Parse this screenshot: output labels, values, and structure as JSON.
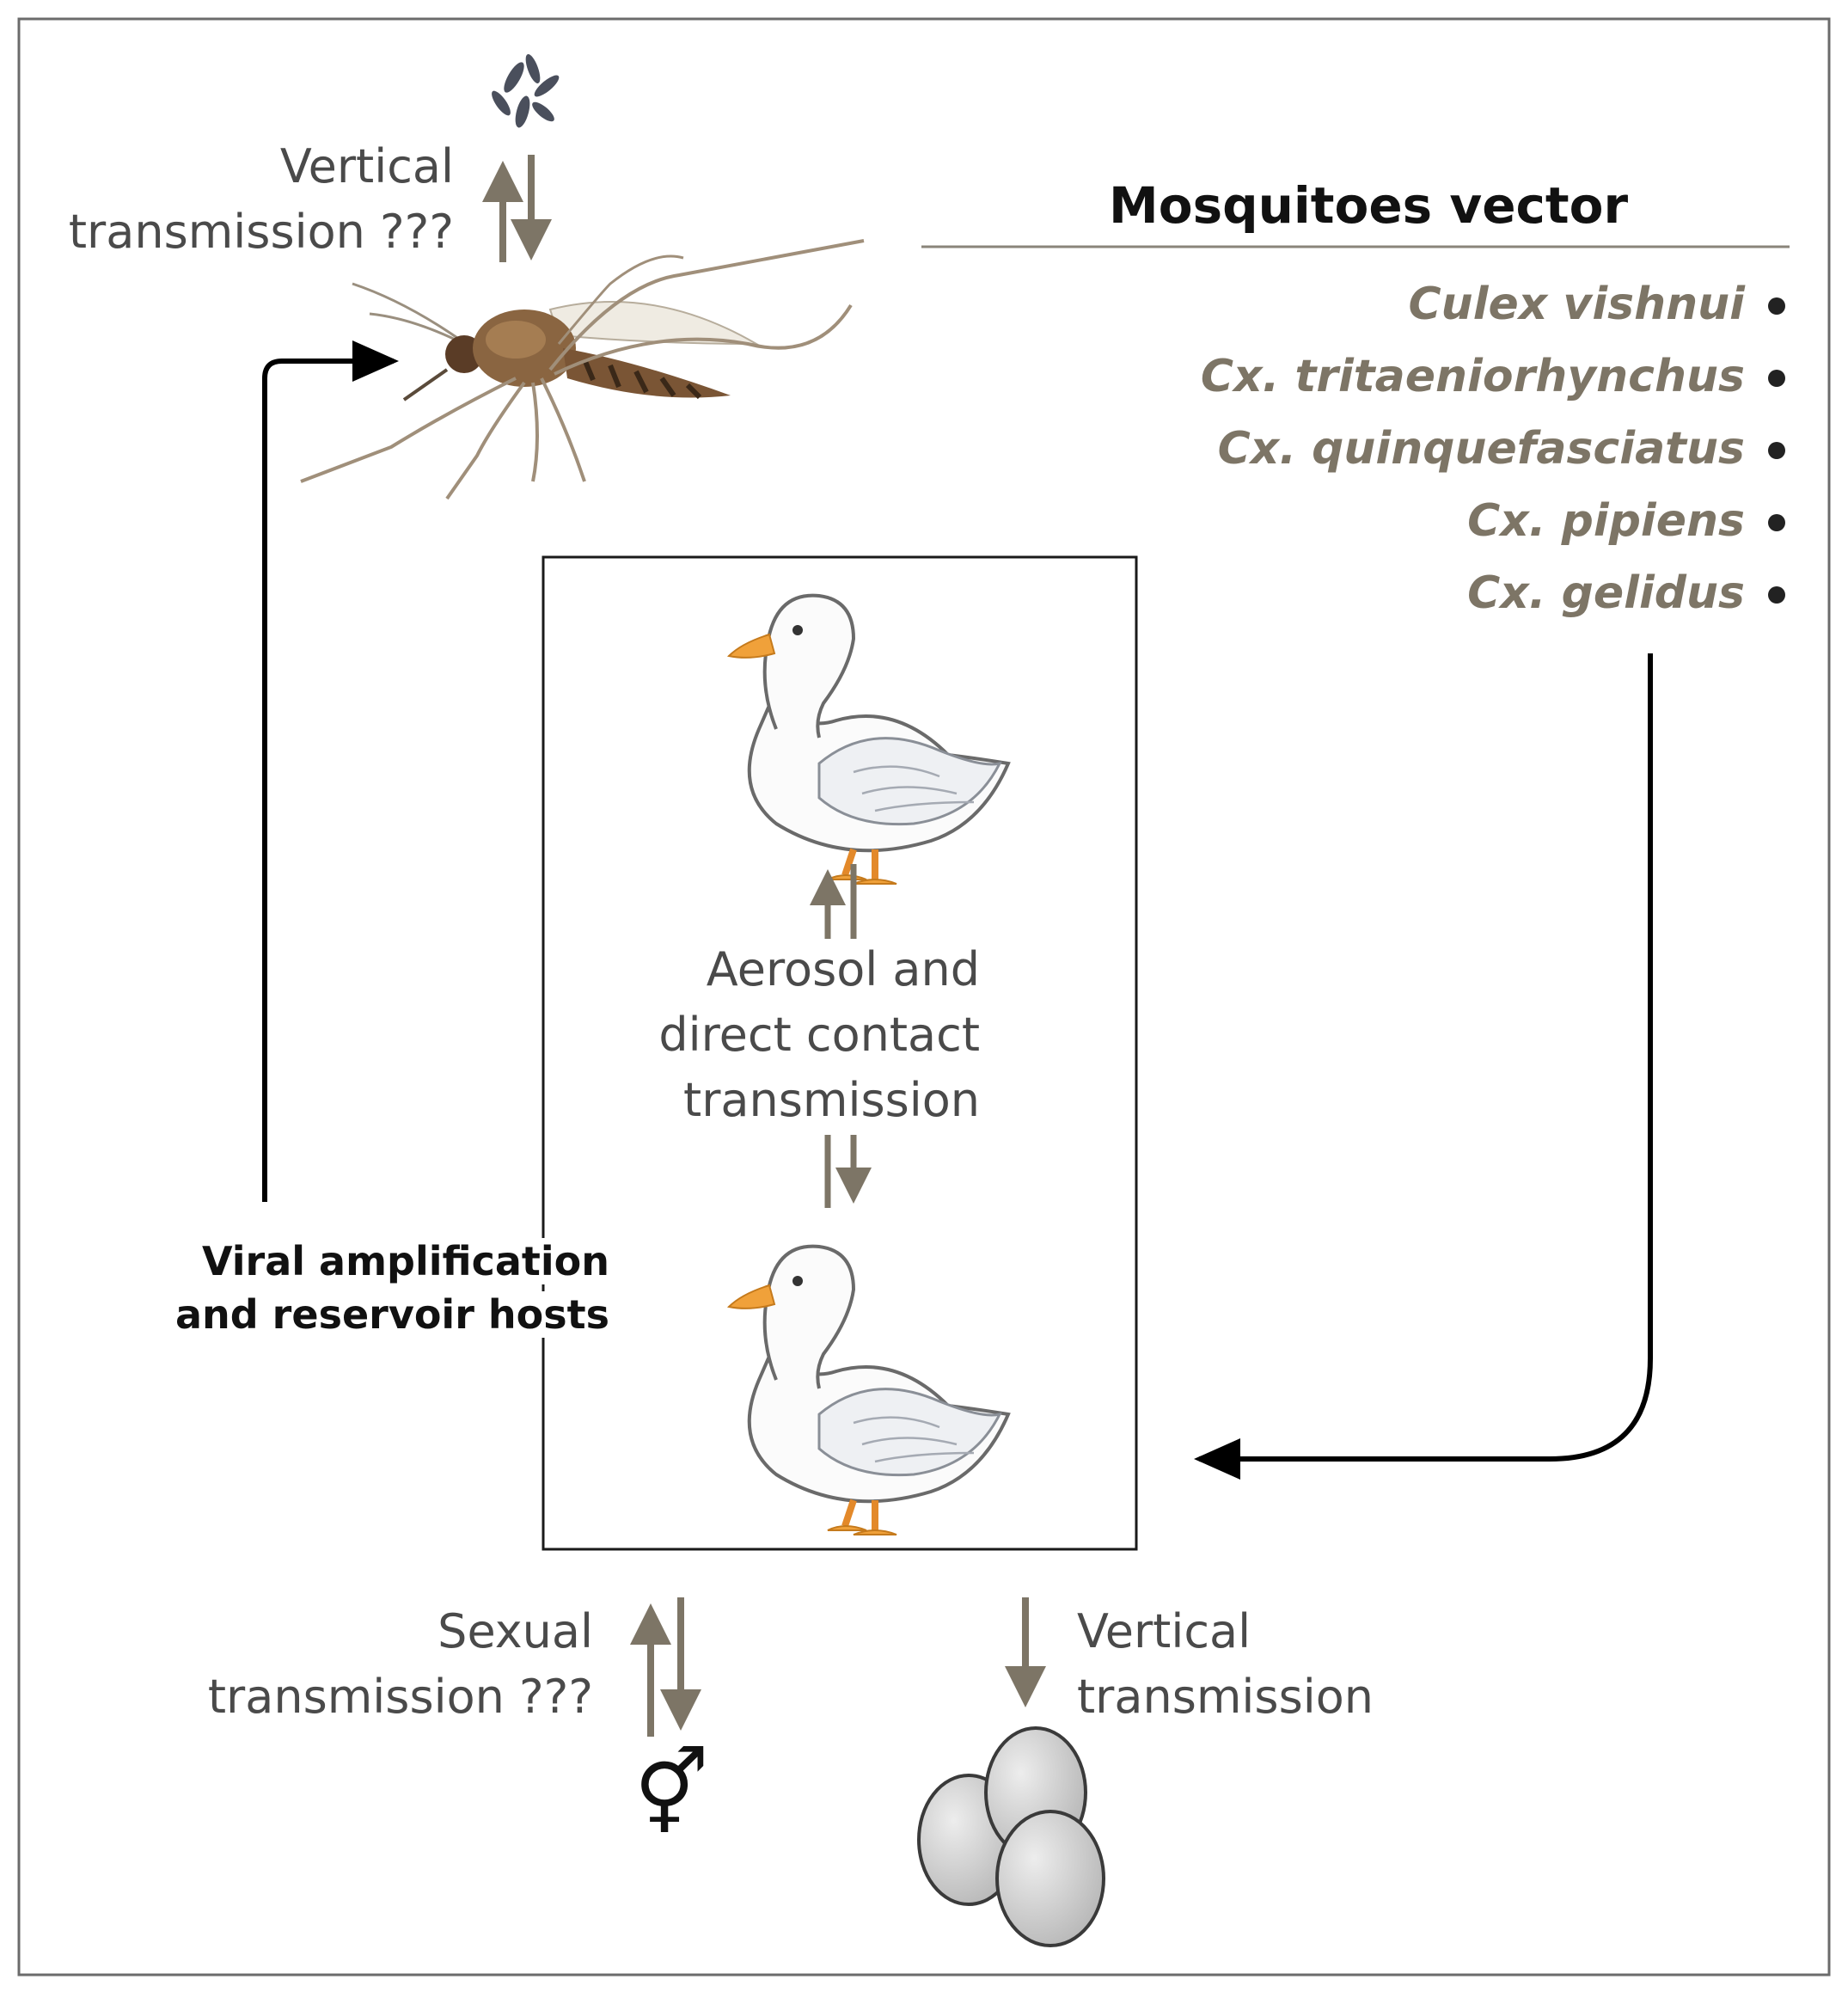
{
  "vector_section": {
    "title": "Mosquitoes vector",
    "species": [
      "Culex vishnui",
      "Cx. tritaeniorhynchus",
      "Cx. quinquefasciatus",
      "Cx. pipiens",
      "Cx. gelidus"
    ]
  },
  "mosquito_vertical": {
    "line1": "Vertical",
    "line2": "transmission ???"
  },
  "duck_box": {
    "contact_line1": "Aerosol and",
    "contact_line2": "direct contact",
    "contact_line3": "transmission"
  },
  "reservoir_label": {
    "line1": "Viral amplification",
    "line2": "and reservoir hosts"
  },
  "sexual": {
    "line1": "Sexual",
    "line2": "transmission ???",
    "symbol": "⚥"
  },
  "egg_vertical": {
    "line1": "Vertical",
    "line2": "transmission"
  },
  "colors": {
    "transmission_arrow": "#7d7566",
    "flow_arrow": "#000000",
    "species_text": "#7d7566",
    "duck_bill": "#f0a13a"
  },
  "icons": [
    "mosquito-icon",
    "larvae-icon",
    "duck-icon",
    "egg-icon",
    "sex-symbol-icon",
    "bullet-icon"
  ]
}
